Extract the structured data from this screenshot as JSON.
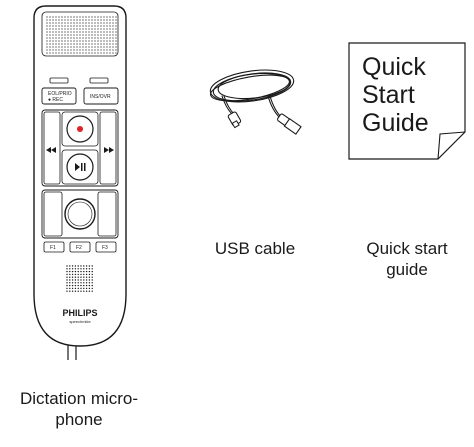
{
  "items": {
    "microphone": {
      "caption_line1": "Dictation micro-",
      "caption_line2": "phone",
      "brand": "PHILIPS",
      "sub_brand": "speechmike",
      "buttons": {
        "eol_prio": "EOL/PRIO",
        "rec": "● REC",
        "ins_ovr": "INS/OVR",
        "f1": "F1",
        "f2": "F2",
        "f3": "F3"
      },
      "icons": [
        "record-icon",
        "rewind-icon",
        "fast-forward-icon",
        "play-pause-icon",
        "trackpad-icon"
      ],
      "record_color": "#e0202a"
    },
    "cable": {
      "caption": "USB cable",
      "icon": "usb-cable-icon"
    },
    "guide": {
      "caption_line1": "Quick start",
      "caption_line2": "guide",
      "cover_line1": "Quick",
      "cover_line2": "Start",
      "cover_line3": "Guide"
    }
  }
}
